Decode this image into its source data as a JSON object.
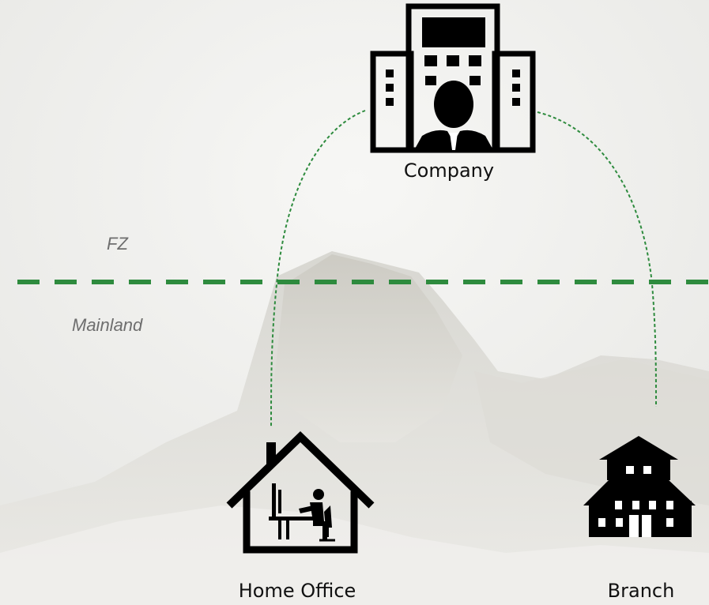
{
  "zones": {
    "upper": "FZ",
    "lower": "Mainland"
  },
  "nodes": {
    "company": {
      "label": "Company",
      "icon": "office-building-with-person-icon"
    },
    "home_office": {
      "label": "Home Office",
      "icon": "house-with-desk-worker-icon"
    },
    "branch": {
      "label": "Branch",
      "icon": "schoolhouse-building-icon"
    }
  },
  "colors": {
    "boundary_line": "#2e8b3e",
    "connector": "#2e8b3e",
    "icon": "#000000",
    "zone_text": "#6e6e6e"
  }
}
